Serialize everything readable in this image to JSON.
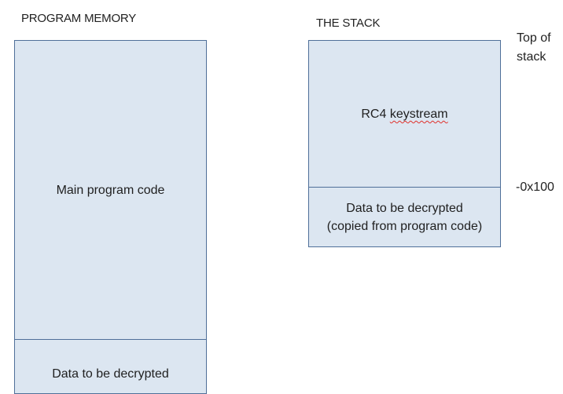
{
  "program_memory": {
    "heading": "PROGRAM MEMORY",
    "blocks": [
      {
        "label": "Main program code"
      },
      {
        "label": "Data to be decrypted"
      }
    ]
  },
  "stack": {
    "heading": "THE STACK",
    "top_label_line1": "Top of",
    "top_label_line2": "stack",
    "keystream_prefix": "RC4",
    "keystream_word": "keystream",
    "data_line1": "Data to be decrypted",
    "data_line2": "(copied from program code)",
    "offset_label": "-0x100"
  },
  "colors": {
    "block_fill": "#dce6f1",
    "block_border": "#4f6f99",
    "spellcheck_underline": "#e0302a"
  }
}
